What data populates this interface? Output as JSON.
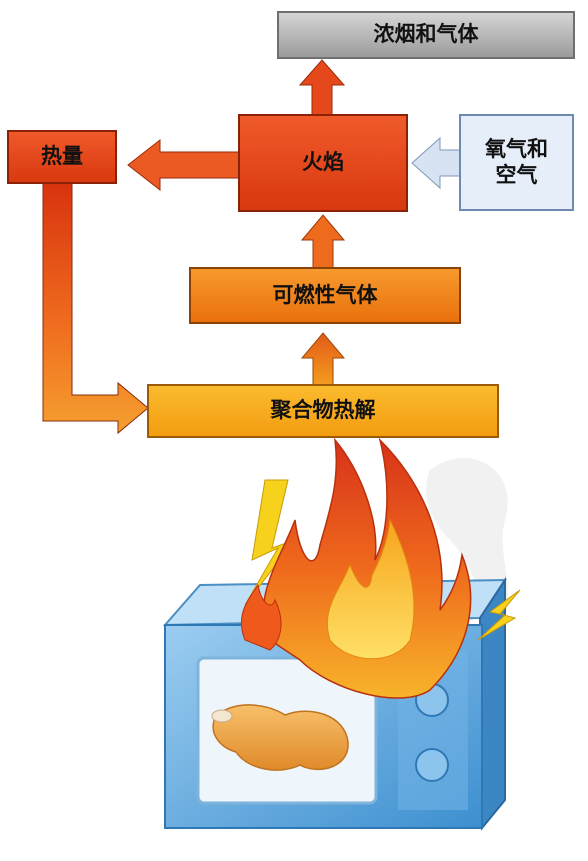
{
  "nodes": {
    "smoke": {
      "label": "浓烟和气体"
    },
    "flame": {
      "label": "火焰"
    },
    "oxygen": {
      "label": "氧气和\n空气"
    },
    "heat": {
      "label": "热量"
    },
    "gas": {
      "label": "可燃性气体"
    },
    "pyrolysis": {
      "label": "聚合物热解"
    }
  },
  "colors": {
    "smoke": "#b4b4b4",
    "flame": "#e8401a",
    "oxygen": "#e3ecf8",
    "heat": "#e8401a",
    "gas": "#f07e12",
    "pyrolysis": "#f8a818",
    "arrow_red": "#e34a18",
    "arrow_orange": "#f08a1a",
    "arrow_blue": "#cfdcf0",
    "microwave": "#5aa6dc"
  },
  "illustration": {
    "object": "microwave-icon",
    "contents": "chicken-leg-icon",
    "hazard": "fire-icon"
  }
}
